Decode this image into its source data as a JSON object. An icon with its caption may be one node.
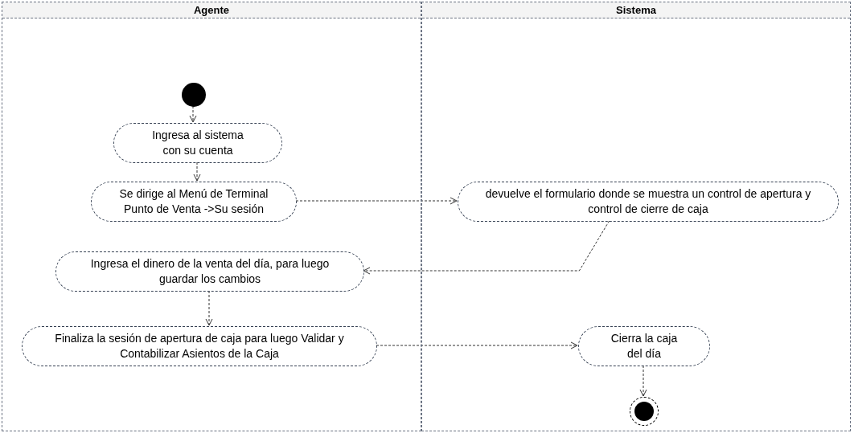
{
  "diagram": {
    "nodes": [
      {
        "text": [
          "Agente"
        ]
      },
      {
        "text": [
          "Sistema"
        ]
      },
      {
        "text": [],
        "shape": "circle",
        "in": 0
      },
      {
        "text": [
          "Ingresa al sistema con su cuenta"
        ],
        "in": 0
      },
      {
        "text": [
          "Se dirige al Menú de Terminal Punto de Venta ->Su sesión"
        ],
        "in": 0
      },
      {
        "text": [
          "devuelve el formulario donde se muestra un control de apertura y control de cierre de caja"
        ],
        "in": 1
      },
      {
        "text": [
          "Ingresa el dinero de la venta del día, para luego guardar los cambios"
        ],
        "in": 0
      },
      {
        "text": [
          "Finaliza la sesión de apertura de caja para luego Validar y Contabilizar Asientos de la Caja"
        ],
        "in": 0
      },
      {
        "text": [
          "Cierra la caja del día"
        ],
        "in": 1
      },
      {
        "text": [],
        "shape": "circle",
        "in": 1
      }
    ],
    "edges": [
      {
        "from": 2,
        "to": 3,
        "arrow": "to"
      },
      {
        "from": 3,
        "to": 4,
        "arrow": "to"
      },
      {
        "from": 4,
        "to": 5,
        "arrow": "to"
      },
      {
        "from": 5,
        "to": 6,
        "arrow": "to"
      },
      {
        "from": 6,
        "to": 7,
        "arrow": "to"
      },
      {
        "from": 7,
        "to": 8,
        "arrow": "to"
      },
      {
        "from": 8,
        "to": 9,
        "arrow": "to"
      }
    ]
  }
}
